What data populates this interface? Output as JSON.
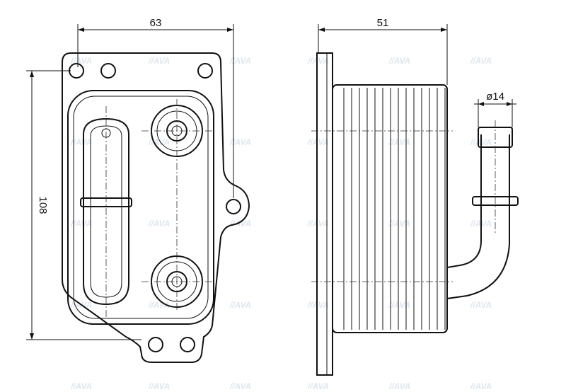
{
  "dimensions": {
    "width_front": "63",
    "height_front": "108",
    "depth_side": "51",
    "pipe_diameter": "ø14"
  },
  "watermark": "AVA",
  "colors": {
    "line": "#111111",
    "watermark": "#dfe6ee"
  }
}
